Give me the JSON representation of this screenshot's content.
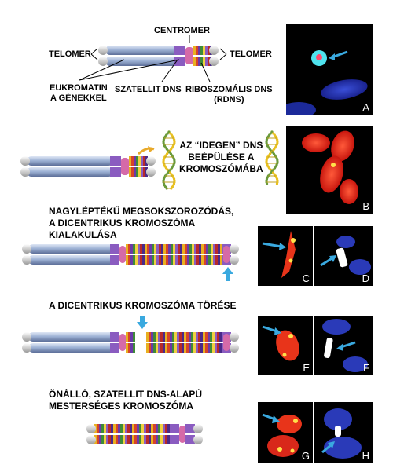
{
  "labels": {
    "centromer": "CENTROMER",
    "telomer_left": "TELOMER",
    "telomer_right": "TELOMER",
    "eukromatin": "EUKROMATIN\nA GÉNEKKEL",
    "szatellit": "SZATELLIT DNS",
    "riboszomalis": "RIBOSZOMÁLIS DNS\n(rDNS)"
  },
  "captions": {
    "idegen": "AZ “IDEGEN” DNS\nBEÉPÜLÉSE A\nKROMOSZÓMÁBA",
    "nagylepteku": "NAGYLÉPTÉKŰ MEGSOKSZOROZÓDÁS,\nA DICENTRIKUS KROMOSZÓMA\nKIALAKULÁSA",
    "torese": "A DICENTRIKUS KROMOSZÓMA TÖRÉSE",
    "onallo": "ÖNÁLLÓ, SZATELLIT DNS-ALAPÚ\nMESTERSÉGES KROMOSZÓMA"
  },
  "panels": [
    "A",
    "B",
    "C",
    "D",
    "E",
    "F",
    "G",
    "H"
  ],
  "colors": {
    "arm": "#9fb3d6",
    "telomere": "#d8d8d8",
    "satellite": "#8a5cc0",
    "centromere": "#d56aa8",
    "rdna": "#e8b020",
    "cyan_arrow": "#3aa9df",
    "gold_arrow": "#e8a92a"
  }
}
